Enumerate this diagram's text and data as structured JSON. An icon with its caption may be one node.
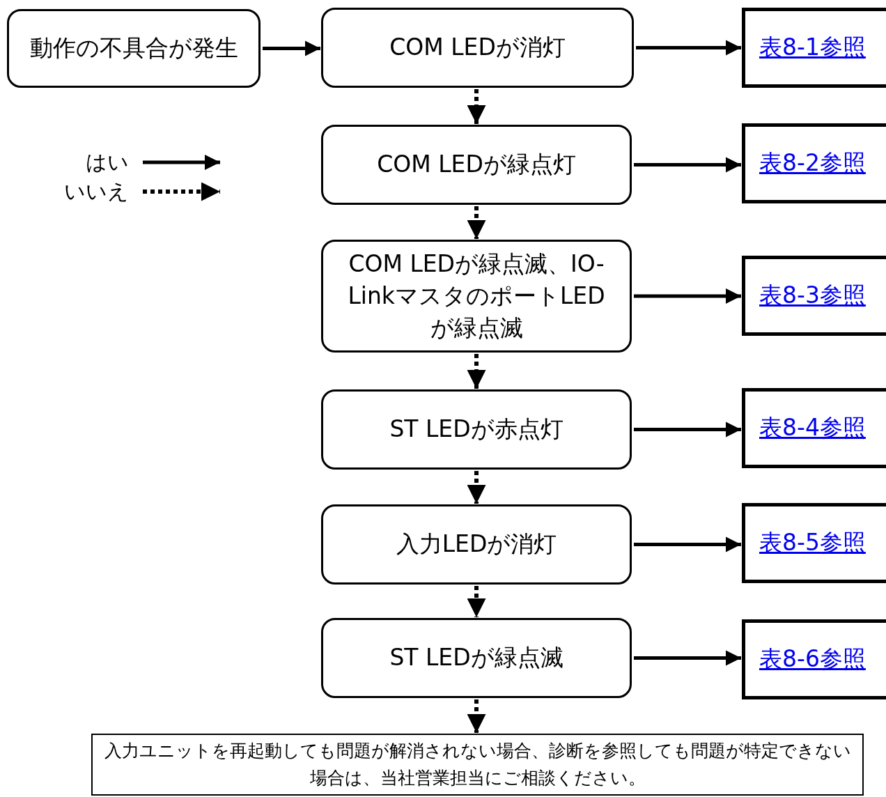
{
  "diagram": {
    "nodes": [
      {
        "text": [
          "動作の不具合が発生"
        ]
      },
      {
        "text": [
          "COM LEDが消灯"
        ]
      },
      {
        "text": [
          "表8-1参照"
        ]
      },
      {
        "text": [
          "COM LEDが緑点灯"
        ]
      },
      {
        "text": [
          "表8-2参照"
        ]
      },
      {
        "text": [
          "COM LEDが緑点滅、IO-LinkマスタのポートLEDが緑点滅"
        ]
      },
      {
        "text": [
          "表8-3参照"
        ]
      },
      {
        "text": [
          "ST LEDが赤点灯"
        ]
      },
      {
        "text": [
          "表8-4参照"
        ]
      },
      {
        "text": [
          "入力LEDが消灯"
        ]
      },
      {
        "text": [
          "表8-5参照"
        ]
      },
      {
        "text": [
          "ST LEDが緑点滅"
        ]
      },
      {
        "text": [
          "表8-6参照"
        ]
      },
      {
        "text": [
          "入力ユニットを再起動しても問題が解消されない場合、診断を参照しても問題が特定できない場合は、当社営業担当にご相談ください。"
        ]
      }
    ],
    "edges": [
      {
        "from": 0,
        "to": 1,
        "arrow": "to"
      },
      {
        "from": 1,
        "to": 2,
        "arrow": "to"
      },
      {
        "from": 1,
        "to": 3,
        "arrow": "to",
        "style": "dashed"
      },
      {
        "from": 3,
        "to": 4,
        "arrow": "to"
      },
      {
        "from": 3,
        "to": 5,
        "arrow": "to",
        "style": "dashed"
      },
      {
        "from": 5,
        "to": 6,
        "arrow": "to"
      },
      {
        "from": 5,
        "to": 7,
        "arrow": "to",
        "style": "dashed"
      },
      {
        "from": 7,
        "to": 8,
        "arrow": "to"
      },
      {
        "from": 7,
        "to": 9,
        "arrow": "to",
        "style": "dashed"
      },
      {
        "from": 9,
        "to": 10,
        "arrow": "to"
      },
      {
        "from": 9,
        "to": 11,
        "arrow": "to",
        "style": "dashed"
      },
      {
        "from": 11,
        "to": 12,
        "arrow": "to"
      },
      {
        "from": 11,
        "to": 13,
        "arrow": "to",
        "style": "dashed"
      }
    ],
    "legend": [
      {
        "text": "はい"
      },
      {
        "text": "いいえ"
      }
    ]
  }
}
